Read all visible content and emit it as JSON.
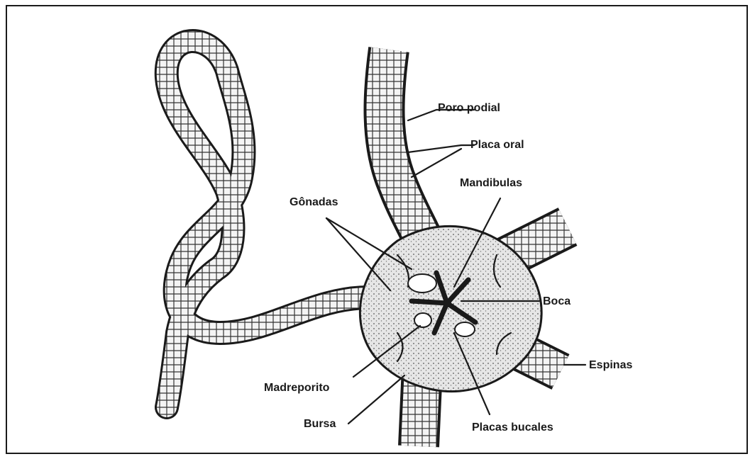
{
  "labels": {
    "poro_podial": "Poro podial",
    "placa_oral": "Placa oral",
    "mandibulas": "Mandibulas",
    "gonadas": "Gônadas",
    "boca": "Boca",
    "espinas": "Espinas",
    "madreporito": "Madreporito",
    "bursa": "Bursa",
    "placas_bucales": "Placas bucales"
  },
  "colors": {
    "ink": "#1a1a1a",
    "paper": "#ffffff",
    "shade": "#d9d9d9"
  }
}
